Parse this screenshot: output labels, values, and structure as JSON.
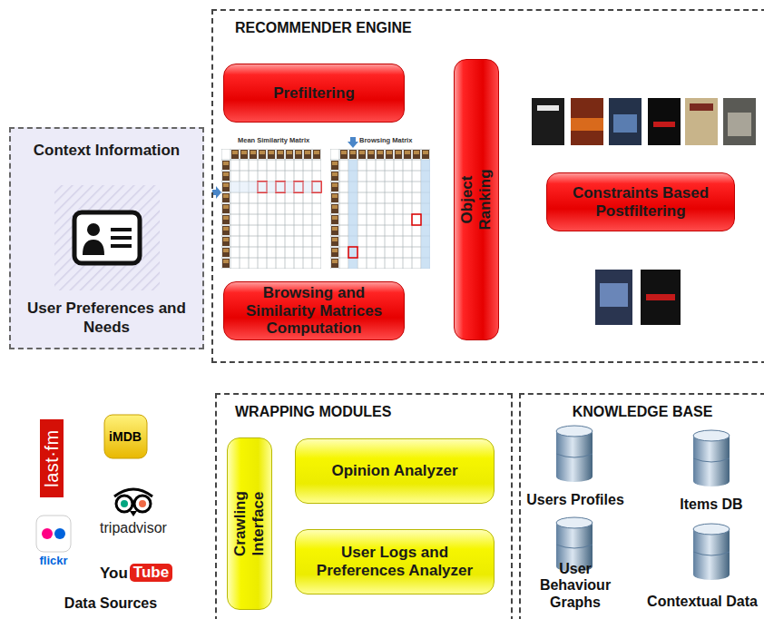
{
  "diagram": {
    "nodes": [
      {
        "text": [
          "RECOMMENDER ENGINE"
        ]
      },
      {
        "text": [
          "Prefiltering"
        ],
        "in": 0
      },
      {
        "text": [
          "Object Ranking"
        ],
        "in": 0
      },
      {
        "text": [
          "Constraints Based Postfiltering"
        ],
        "in": 0
      },
      {
        "text": [
          "Browsing and Similarity Matrices Computation"
        ],
        "in": 0
      },
      {
        "text": [
          "Context Information",
          "User Preferences and Needs"
        ]
      },
      {
        "text": [
          "WRAPPING MODULES"
        ]
      },
      {
        "text": [
          "Crawling Interface"
        ],
        "in": 6
      },
      {
        "text": [
          "Opinion Analyzer"
        ],
        "in": 6
      },
      {
        "text": [
          "User Logs and Preferences Analyzer"
        ],
        "in": 6
      },
      {
        "text": [
          "KNOWLEDGE BASE"
        ]
      },
      {
        "text": [
          "Users Profiles"
        ],
        "in": 10
      },
      {
        "text": [
          "Items DB"
        ],
        "in": 10
      },
      {
        "text": [
          "User Behaviour Graphs"
        ],
        "in": 10
      },
      {
        "text": [
          "Contextual Data"
        ],
        "in": 10
      }
    ],
    "labels": [
      "Mean Similarity Matrix",
      "Browsing Matrix",
      "last·fm",
      "iMDB",
      "tripadvisor",
      "flickr",
      "You",
      "Tube",
      "Data Sources"
    ]
  }
}
